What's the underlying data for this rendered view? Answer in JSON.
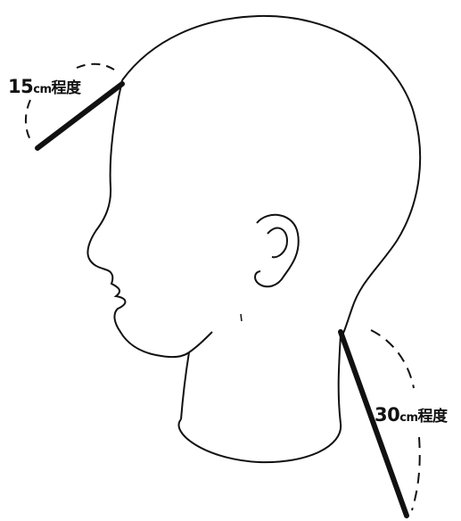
{
  "labels": {
    "top": {
      "number": "15",
      "unit": "cm",
      "suffix": "程度"
    },
    "bottom": {
      "number": "30",
      "unit": "cm",
      "suffix": "程度"
    }
  },
  "colors": {
    "stroke": "#111111",
    "background": "#ffffff"
  }
}
